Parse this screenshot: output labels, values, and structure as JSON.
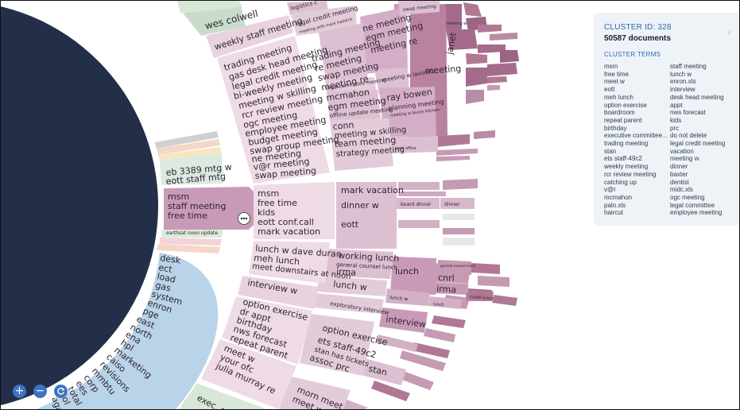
{
  "panel": {
    "cluster_id": "CLUSTER ID: 328",
    "documents": "50587 documents",
    "terms_header": "CLUSTER TERMS",
    "close_label": "×",
    "terms_left": [
      "msm",
      "free time",
      "meet w",
      "eott",
      "meh lunch",
      "option exercise",
      "boardroom",
      "repeat parent",
      "birthday",
      "executive committee...",
      "trading meeting",
      "stan",
      "ets staff-49c2",
      "weekly meeting",
      "rcr review meeting",
      "catching up",
      "v@r",
      "mcmahon",
      "palo.xls",
      "haircut"
    ],
    "terms_right": [
      "staff meeting",
      "lunch w",
      "enron.xls",
      "interview",
      "desk head meeting",
      "appt",
      "nws forecast",
      "kids",
      "prc",
      "do not delete",
      "legal credit meeting",
      "vacation",
      "meeting w",
      "dinner",
      "baxter",
      "dentist",
      "midc.xls",
      "ogc meeting",
      "legal committee",
      "employee meeting"
    ]
  },
  "zoom": {
    "in_label": "+",
    "out_label": "−",
    "reset_icon": "refresh-icon"
  },
  "colors": {
    "center": "#232f48",
    "blue_ring": "#b9d4e8",
    "pink_light": "#e8d2df",
    "pink_mid": "#d4adc7",
    "pink_dark": "#b9829f",
    "mauve_deep": "#a56b8c",
    "green_light": "#d8e8d8",
    "selected": "#c99ab8"
  },
  "ring1": {
    "top_labels": [
      "wes colwell"
    ],
    "eb": [
      "eb 3389 mtg w",
      "eott staff mtg"
    ],
    "selected": [
      "msm",
      "staff meeting",
      "free time"
    ],
    "small": "earthsat noon update",
    "blue": [
      "desk",
      "ect",
      "load",
      "gas",
      "system",
      "enron",
      "pge",
      "east",
      "north",
      "ena",
      "hpl",
      "marketing",
      "caiso",
      "revisions",
      "mmbtu",
      "corp",
      "ees",
      "total",
      "eol",
      "aga"
    ]
  },
  "ring2": {
    "weekly": "weekly staff meeting",
    "topblock": [
      "trading meeting",
      "gas desk head meeting",
      "legal credit meeting",
      "bi-weekly meeting",
      "meeting w skilling",
      "rcr review meeting",
      "ogc meeting",
      "employee meeting",
      "budget meeting",
      "swap group meeting",
      "ne meeting",
      "v@r meeting",
      "swap meeting"
    ],
    "msm": [
      "msm",
      "free time",
      "kids",
      "eott conf.call",
      "mark vacation"
    ],
    "lunch": [
      "lunch w dave duran",
      "meh lunch",
      "meet downstairs at noon"
    ],
    "interview": "interview w",
    "option": [
      "option exercise",
      "dr appt",
      "birthday",
      "nws forecast",
      "repeat parent"
    ],
    "meet": [
      "meet w",
      "your ofc",
      "julia murray re"
    ],
    "exec": "exec. c"
  },
  "ring3": {
    "legal": [
      "legal credit meeting",
      "meeting with mark haedick"
    ],
    "trading": [
      "trading meeting",
      "re meeting",
      "swap meeting",
      "meeting re"
    ],
    "legal_committee": "legal committee meeting",
    "mcmahon": [
      "mcmahon",
      "egm meeting",
      "offline update meeting"
    ],
    "conn": [
      "conn",
      "meeting w skilling",
      "team meeting",
      "strategy meeting"
    ],
    "logistics": "logistics c",
    "mark": [
      "mark vacation",
      "dinner w",
      "eott"
    ],
    "working": [
      "working lunch",
      "general counsel lunch",
      "irma"
    ],
    "lunchw": "lunch w",
    "exploratory": "exploratory interview",
    "option2": [
      "option exercise",
      "ets staff-49c2",
      "stan has tickets",
      "assoc prc"
    ],
    "morn": [
      "morn meet",
      "meet w"
    ]
  },
  "ring4": {
    "ne": [
      "ne meeting",
      "egm meeting",
      "meeting re"
    ],
    "underwriting": [
      "meeting w lavorato"
    ],
    "ray": [
      "ray bowen",
      "planning meeting",
      "meeting w louise kitchen"
    ],
    "your_office": "your office",
    "swap": "swap meeting",
    "board": "board dinner",
    "lunch": "lunch",
    "lunchw": "lunch w",
    "interview": "interview",
    "stan": "stan"
  },
  "ring5": {
    "meeting": "meeting",
    "dinner": "dinner",
    "cnrl": "cnrl",
    "irma": "irma",
    "lunch_small": "lunch",
    "general": "general counsel lunch"
  },
  "ring6": {
    "janet": "janet",
    "meeting_w": "meeting w",
    "credit": "credit lunch"
  }
}
